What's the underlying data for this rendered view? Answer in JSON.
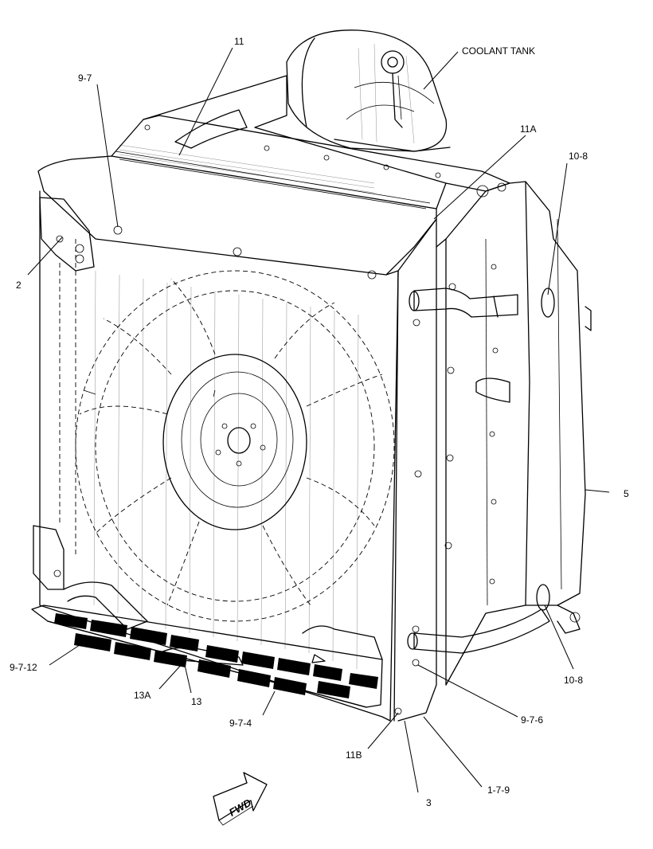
{
  "callouts": [
    {
      "id": "c-11",
      "text": "11"
    },
    {
      "id": "c-coolant-tank",
      "text": "COOLANT TANK"
    },
    {
      "id": "c-9-7-top",
      "text": "9-7"
    },
    {
      "id": "c-11a",
      "text": "11A"
    },
    {
      "id": "c-10-8-top",
      "text": "10-8"
    },
    {
      "id": "c-2",
      "text": "2"
    },
    {
      "id": "c-5",
      "text": "5"
    },
    {
      "id": "c-10-8-bottom",
      "text": "10-8"
    },
    {
      "id": "c-9-7-12",
      "text": "9-7-12"
    },
    {
      "id": "c-13a",
      "text": "13A"
    },
    {
      "id": "c-13",
      "text": "13"
    },
    {
      "id": "c-9-7-4",
      "text": "9-7-4"
    },
    {
      "id": "c-9-7-6",
      "text": "9-7-6"
    },
    {
      "id": "c-11b",
      "text": "11B"
    },
    {
      "id": "c-3",
      "text": "3"
    },
    {
      "id": "c-1-7-9",
      "text": "1-7-9"
    }
  ],
  "direction_arrow": {
    "label": "FWD"
  },
  "colors": {
    "ink": "#000000",
    "background": "#ffffff"
  }
}
